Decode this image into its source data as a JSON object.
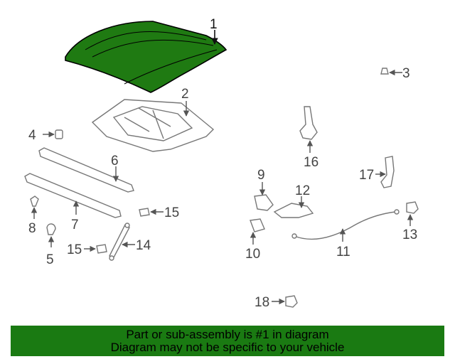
{
  "diagram": {
    "highlight_color": "#1f7a12",
    "callouts": {
      "c1": "1",
      "c2": "2",
      "c3": "3",
      "c4": "4",
      "c5": "5",
      "c6": "6",
      "c7": "7",
      "c8": "8",
      "c9": "9",
      "c10": "10",
      "c11": "11",
      "c12": "12",
      "c13": "13",
      "c14": "14",
      "c15a": "15",
      "c15b": "15",
      "c16": "16",
      "c17": "17",
      "c18": "18"
    }
  },
  "footer": {
    "line1": "Part or sub-assembly is #1 in diagram",
    "line2": "Diagram may not be specific to your vehicle",
    "background": "#1a7a12"
  }
}
